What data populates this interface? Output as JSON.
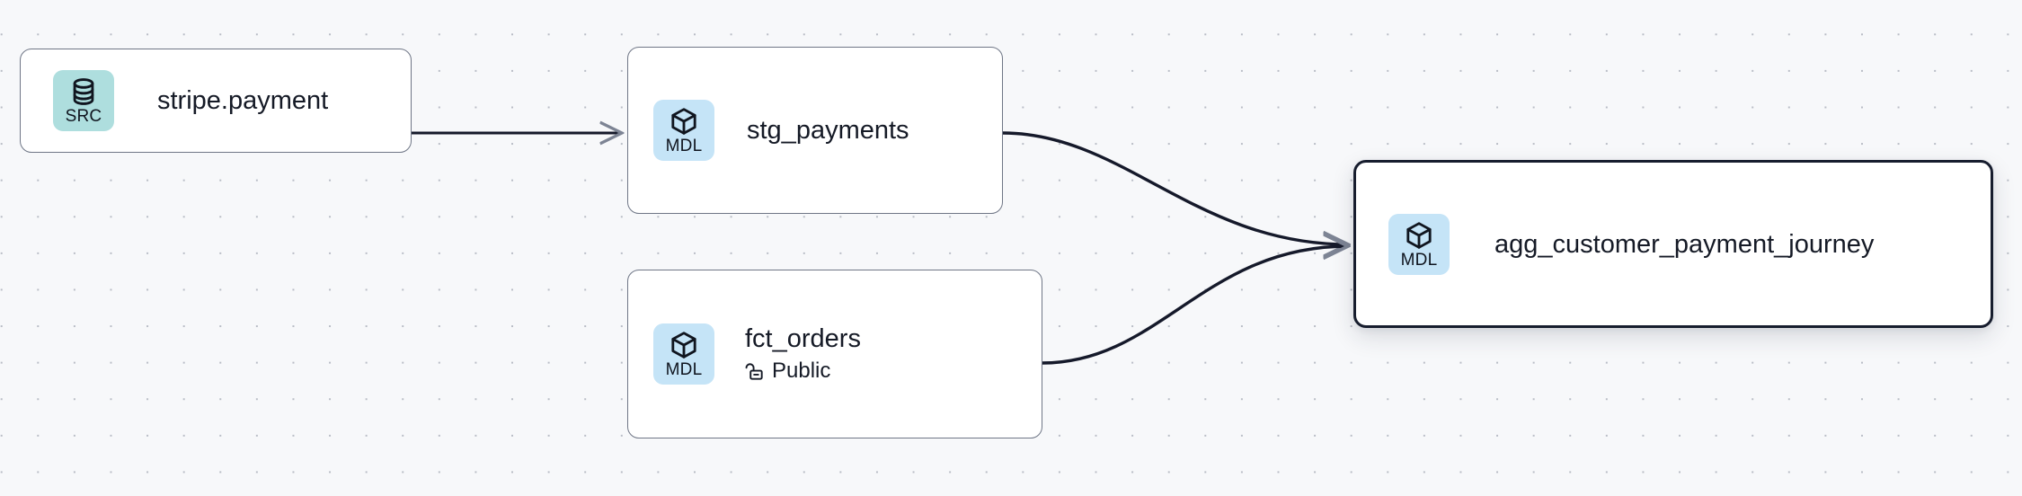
{
  "canvas": {
    "background_color": "#f7f8fa",
    "dot_color": "#b9bdc6",
    "edge_color": "#15192a"
  },
  "graph": {
    "nodes": [
      {
        "id": "stripe-payment",
        "title": "stripe.payment",
        "badge_label": "SRC",
        "badge_icon": "database-icon",
        "badge_color": "#aedede",
        "subtitle": null,
        "subtitle_icon": null,
        "selected": false
      },
      {
        "id": "stg-payments",
        "title": "stg_payments",
        "badge_label": "MDL",
        "badge_icon": "cube-icon",
        "badge_color": "#c5e4f7",
        "subtitle": null,
        "subtitle_icon": null,
        "selected": false
      },
      {
        "id": "fct-orders",
        "title": "fct_orders",
        "badge_label": "MDL",
        "badge_icon": "cube-icon",
        "badge_color": "#c5e4f7",
        "subtitle": "Public",
        "subtitle_icon": "unlock-icon",
        "selected": false
      },
      {
        "id": "agg-customer-payment-journey",
        "title": "agg_customer_payment_journey",
        "badge_label": "MDL",
        "badge_icon": "cube-icon",
        "badge_color": "#c5e4f7",
        "subtitle": null,
        "subtitle_icon": null,
        "selected": true
      }
    ],
    "edges": [
      {
        "from": "stripe-payment",
        "to": "stg-payments"
      },
      {
        "from": "stg-payments",
        "to": "agg-customer-payment-journey"
      },
      {
        "from": "fct-orders",
        "to": "agg-customer-payment-journey"
      }
    ]
  }
}
